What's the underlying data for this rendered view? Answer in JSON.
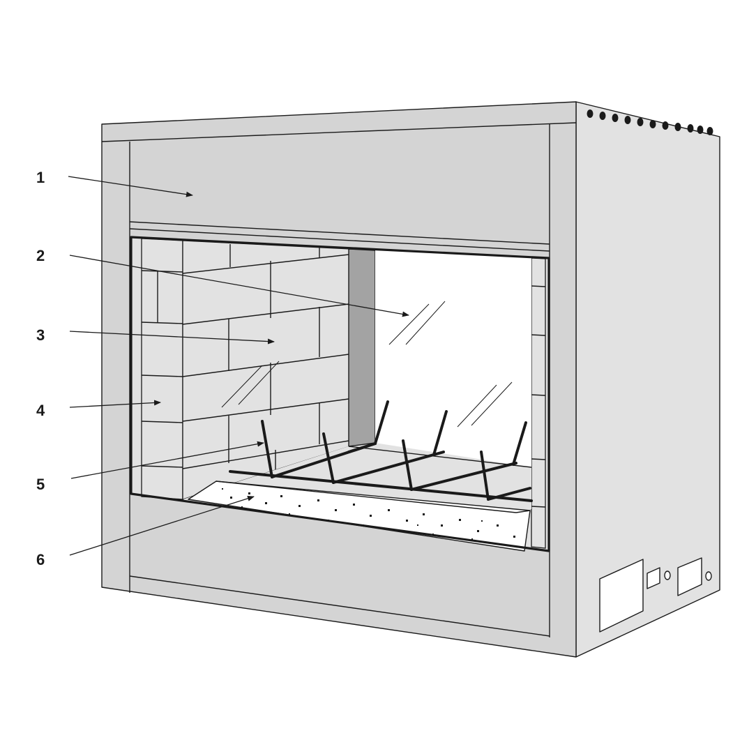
{
  "diagram": {
    "colors": {
      "panel": "#d4d4d4",
      "panel_light": "#dcdcdc",
      "side_panel": "#e2e2e2",
      "brick": "#e2e2e2",
      "pillar": "#a3a3a3",
      "glass": "#ffffff",
      "line": "#1a1a1a"
    },
    "callouts": [
      {
        "number": "1"
      },
      {
        "number": "2"
      },
      {
        "number": "3"
      },
      {
        "number": "4"
      },
      {
        "number": "5"
      },
      {
        "number": "6"
      }
    ]
  }
}
